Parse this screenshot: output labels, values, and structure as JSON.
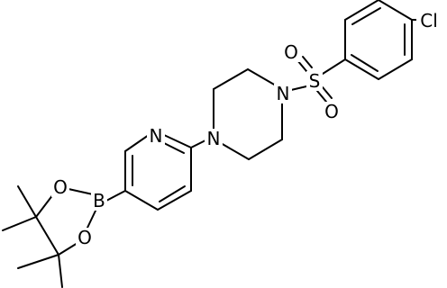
{
  "structure": {
    "atom_labels": {
      "chlorine": "Cl",
      "sulfur": "S",
      "sulfonyl_oxygen_top": "O",
      "sulfonyl_oxygen_bottom": "O",
      "piperazine_nitrogen_sulfonyl": "N",
      "piperazine_nitrogen_pyridyl": "N",
      "pyridine_nitrogen": "N",
      "boron": "B",
      "dioxaborolane_oxygen_top": "O",
      "dioxaborolane_oxygen_bottom": "O"
    }
  }
}
